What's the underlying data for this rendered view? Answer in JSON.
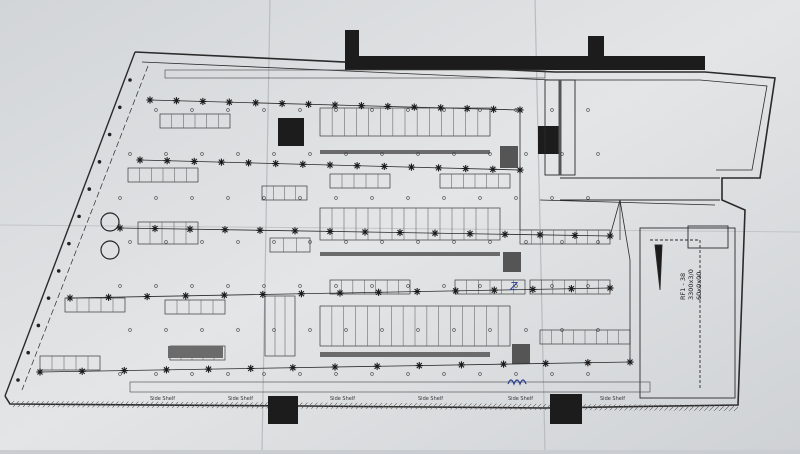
{
  "plan": {
    "side_shelf_labels": [
      "Side Shelf",
      "Side Shelf",
      "Side Shelf",
      "Side Shelf",
      "Side Shelf",
      "Side Shelf"
    ],
    "room_label_lines": [
      "RF1 - 38",
      "3300x3/0",
      "60x0x00"
    ],
    "handwritten_note": "Z",
    "colors": {
      "paper": "#dfe1e3",
      "ink": "#2a2a2a",
      "fill_dark": "#1c1c1c",
      "fill_grey": "#6b6b6b"
    }
  }
}
